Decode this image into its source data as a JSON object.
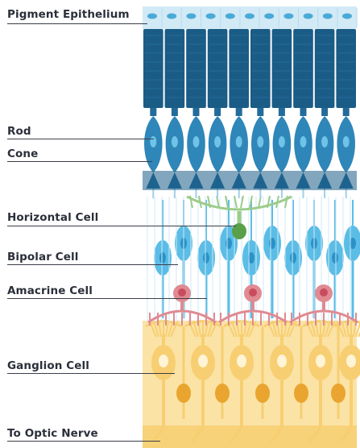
{
  "labels": {
    "pigment_epithelium": "Pigment Epithelium",
    "rod": "Rod",
    "cone": "Cone",
    "horizontal_cell": "Horizontal Cell",
    "bipolar_cell": "Bipolar Cell",
    "amacrine_cell": "Amacrine Cell",
    "ganglion_cell": "Ganglion Cell",
    "optic_nerve": "To Optic Nerve"
  },
  "colors": {
    "pigment_epithelium": "#d2eaf6",
    "pigment_nucleus": "#4aaad6",
    "photoreceptor_dark": "#1b5c86",
    "photoreceptor_mid": "#236b9a",
    "photoreceptor_light": "#2f86b8",
    "horizontal": "#9ccc8a",
    "horizontal_nucleus": "#5aa04a",
    "bipolar": "#5bbde6",
    "bipolar_nucleus": "#2a92c8",
    "amacrine": "#e08a92",
    "amacrine_nucleus": "#c84c5e",
    "ganglion": "#f7cf72",
    "ganglion_nucleus": "#e9a52f",
    "optic_nerve": "#f8d278",
    "label_text": "#2b2f3a"
  }
}
